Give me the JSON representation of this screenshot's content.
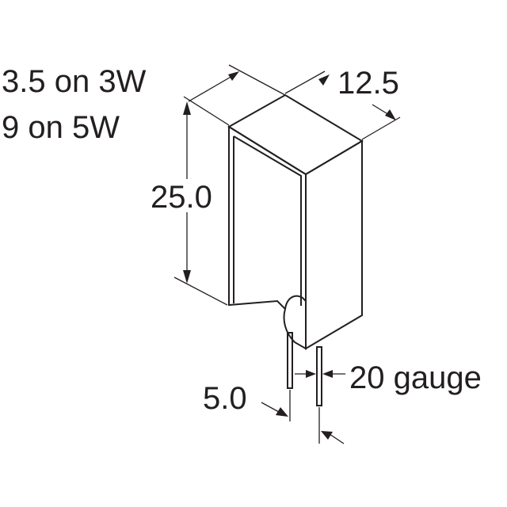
{
  "diagram": {
    "labels": {
      "depth_line1": "3.5 on 3W",
      "depth_line2": "9 on 5W",
      "width": "12.5",
      "height": "25.0",
      "lead_spacing": "5.0",
      "lead_gauge": "20 gauge"
    },
    "colors": {
      "ink": "#231f20",
      "background": "#ffffff"
    }
  }
}
